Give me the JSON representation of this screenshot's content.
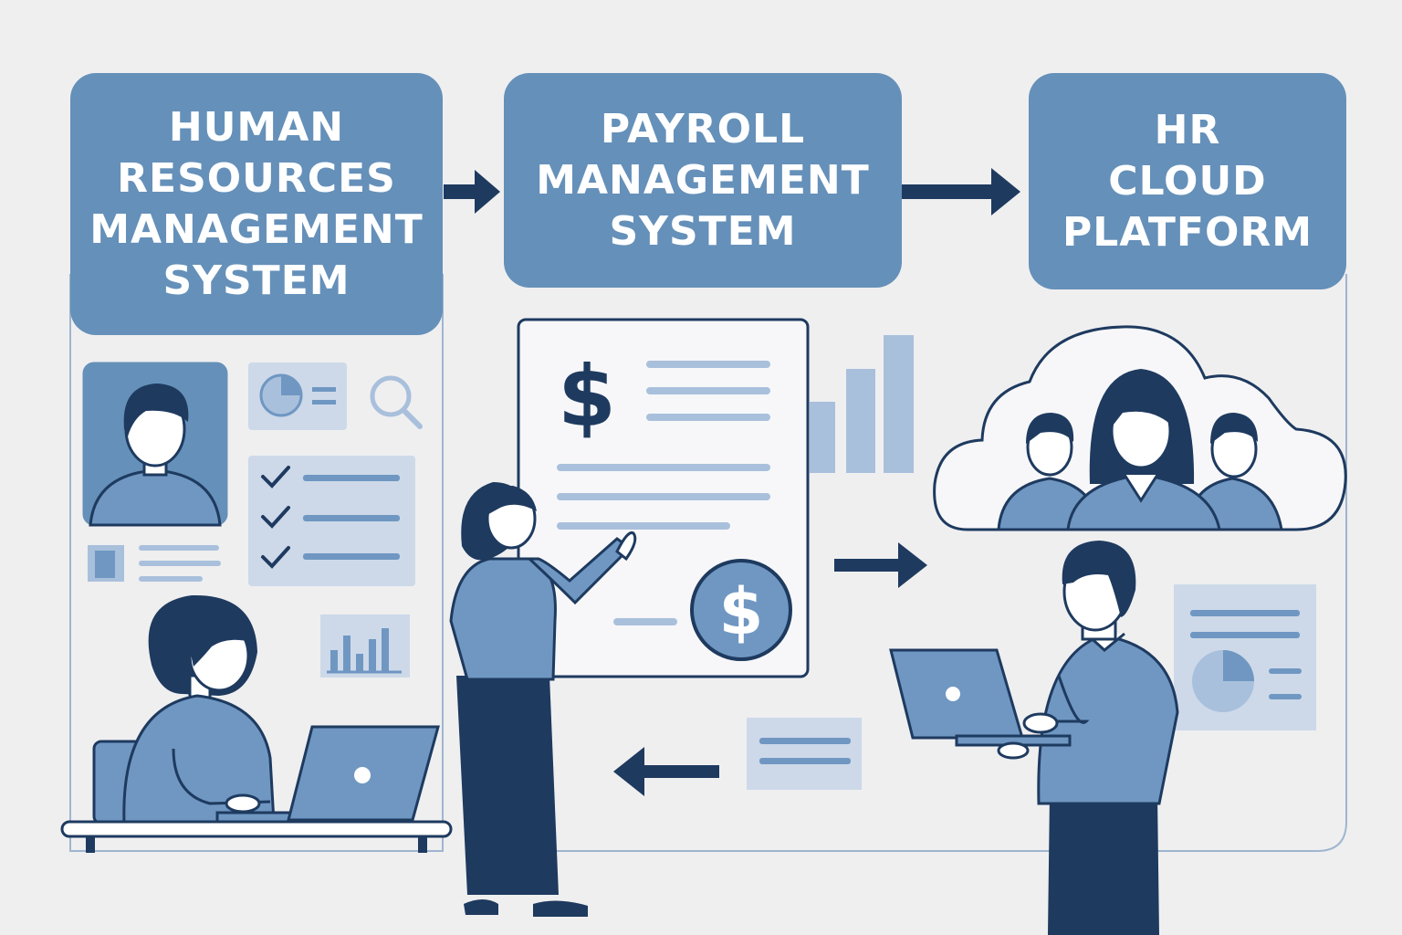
{
  "systems": [
    {
      "lines": [
        "HUMAN",
        "RESOURCES",
        "MANAGEMENT",
        "SYSTEM"
      ]
    },
    {
      "lines": [
        "PAYROLL",
        "MANAGEMENT",
        "SYSTEM"
      ]
    },
    {
      "lines": [
        "HR",
        "CLOUD",
        "PLATFORM"
      ]
    }
  ],
  "payslip": {
    "currency_symbol": "$",
    "coin_symbol": "$"
  },
  "colors": {
    "background": "#efeff0",
    "header_fill": "#6590b9",
    "dark_navy": "#1e3a5f",
    "mid_blue": "#6f97c2",
    "light_blue": "#a9c0dc",
    "panel_light": "#cdd9e9"
  }
}
